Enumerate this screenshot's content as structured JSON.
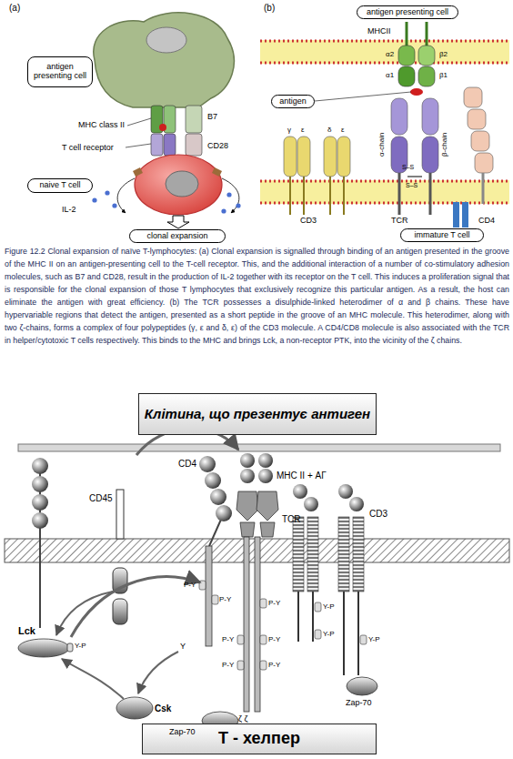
{
  "diagram": {
    "caption": "Figure 12.2 Clonal expansion of naïve T-lymphocytes: (a) Clonal expansion is signalled through binding of an antigen presented in the groove of the MHC II on an antigen-presenting cell to the T-cell receptor. This, and the additional interaction of a number of co-stimulatory adhesion molecules, such as B7 and CD28, result in the production of IL-2 together with its receptor on the T cell. This induces a proliferation signal that is responsible for the clonal expansion of those T lymphocytes that exclusively recognize this particular antigen. As a result, the host can eliminate the antigen with great efficiency. (b) The TCR possesses a disulphide-linked heterodimer of α and β chains. These have hypervariable regions that detect the antigen, presented as a short peptide in the groove of an MHC molecule. This heterodimer, along with two ζ-chains, forms a complex of four polypeptides (γ, ε and δ, ε) of the CD3 molecule. A CD4/CD8 molecule is also associated with the TCR in helper/cytotoxic T cells respectively. This binds to the MHC and brings Lck, a non-receptor PTK, into the vicinity of the ζ chains.",
    "nodes": [
      {
        "text": [
          "antigen presenting cell"
        ]
      },
      {
        "text": [
          "naive T cell"
        ]
      },
      {
        "text": [
          "clonal expansion"
        ]
      },
      {
        "text": [
          "antigen presenting cell"
        ]
      },
      {
        "text": [
          "antigen"
        ]
      },
      {
        "text": [
          "immature T cell"
        ]
      },
      {
        "text": [
          "Клітина, що презентує антиген"
        ]
      },
      {
        "text": [
          "Т - хелпер"
        ]
      }
    ],
    "labels": [
      "(a)",
      "MHC class II",
      "B7",
      "T cell receptor",
      "CD28",
      "IL-2",
      "(b)",
      "MHCII",
      "α2",
      "β2",
      "α1",
      "β1",
      "α-chain",
      "β-chain",
      "γ",
      "ε",
      "δ",
      "ε",
      "S–S",
      "S–S",
      "CD3",
      "TCR",
      "CD4",
      "CD4",
      "CD45",
      "MHC II + АГ",
      "TCR",
      "CD3",
      "Lck",
      "Y-P",
      "Csk",
      "Zap-70",
      "Zap-70",
      "ζ ζ",
      "Y",
      "P-Y",
      "P-Y",
      "P-Y",
      "P-Y",
      "P-Y",
      "P-Y",
      "P-Y",
      "Y-P",
      "Y-P",
      "Y-P"
    ]
  }
}
